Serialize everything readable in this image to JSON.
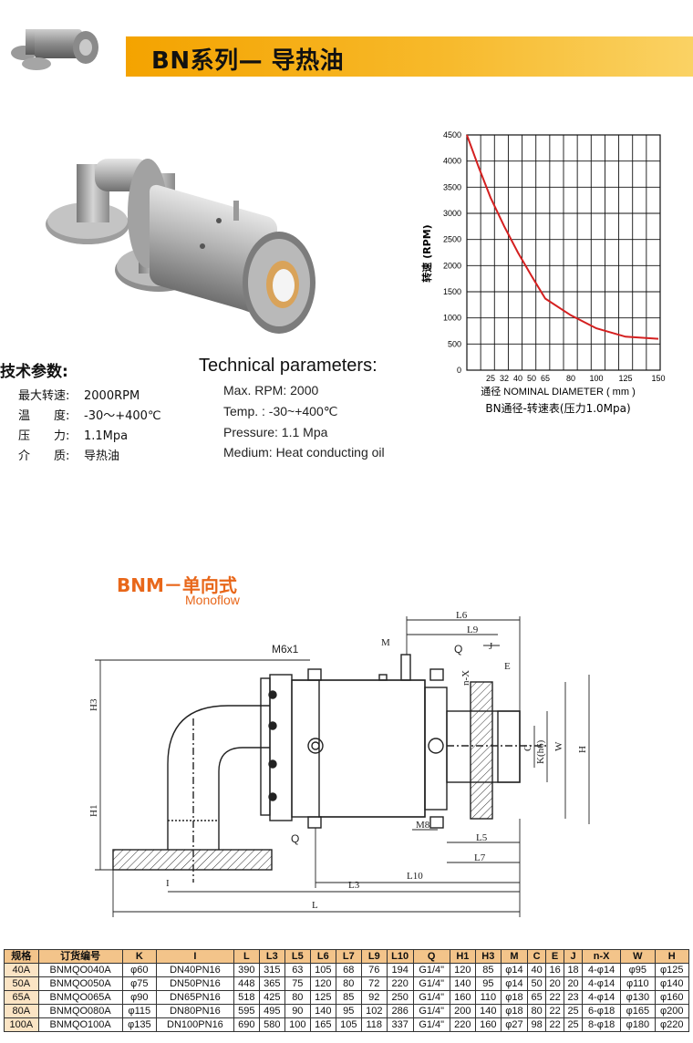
{
  "header": {
    "title": "BN系列— 导热油"
  },
  "specs_cn": {
    "title": "技术参数:",
    "rows": [
      {
        "label": "最大转速:",
        "value": "2000RPM"
      },
      {
        "label": "温　　度:",
        "value": "-30～+400℃"
      },
      {
        "label": "压　　力:",
        "value": "1.1Mpa"
      },
      {
        "label": "介　　质:",
        "value": "导热油"
      }
    ]
  },
  "specs_en": {
    "title": "Technical parameters:",
    "rows": [
      "Max. RPM: 2000",
      "Temp. : -30~+400℃",
      "Pressure: 1.1 Mpa",
      "Medium: Heat conducting oil"
    ]
  },
  "chart_data": {
    "type": "line",
    "title": "BN通径-转速表(压力1.0Mpa)",
    "xlabel": "通径 NOMINAL DIAMETER ( mm )",
    "ylabel": "转速 (RPM)",
    "x_ticks": [
      "25",
      "32",
      "40",
      "50",
      "65",
      "80",
      "100",
      "125",
      "150"
    ],
    "y_ticks": [
      0,
      500,
      1000,
      1500,
      2000,
      2500,
      3000,
      3500,
      4000,
      4500
    ],
    "ylim": [
      0,
      4500
    ],
    "grid": true,
    "series": [
      {
        "color": "#d42020",
        "x": [
          15,
          20,
          25,
          32,
          40,
          50,
          65,
          80,
          100,
          125,
          150
        ],
        "y": [
          4500,
          3880,
          3300,
          2750,
          2250,
          1800,
          1370,
          1050,
          800,
          640,
          600
        ]
      }
    ]
  },
  "section": {
    "title": "BNM－单向式",
    "subtitle": "Monoflow"
  },
  "drawing_labels": {
    "m6x1": "M6x1",
    "q_top": "Q",
    "q_bottom": "Q",
    "m": "M",
    "l6": "L6",
    "l9": "L9",
    "j": "J",
    "e": "E",
    "nx": "n-X",
    "h3": "H3",
    "h1": "H1",
    "h": "H",
    "w": "W",
    "c": "C",
    "k": "K(h6)",
    "m8": "M8",
    "l5": "L5",
    "l7": "L7",
    "l10": "L10",
    "l3": "L3",
    "l": "L",
    "i": "I"
  },
  "table": {
    "headers": [
      "规格",
      "订货编号",
      "K",
      "I",
      "L",
      "L3",
      "L5",
      "L6",
      "L7",
      "L9",
      "L10",
      "Q",
      "H1",
      "H3",
      "M",
      "C",
      "E",
      "J",
      "n-X",
      "W",
      "H"
    ],
    "rows": [
      [
        "40A",
        "BNMQO040A",
        "φ60",
        "DN40PN16",
        "390",
        "315",
        "63",
        "105",
        "68",
        "76",
        "194",
        "G1/4\"",
        "120",
        "85",
        "φ14",
        "40",
        "16",
        "18",
        "4-φ14",
        "φ95",
        "φ125"
      ],
      [
        "50A",
        "BNMQO050A",
        "φ75",
        "DN50PN16",
        "448",
        "365",
        "75",
        "120",
        "80",
        "72",
        "220",
        "G1/4\"",
        "140",
        "95",
        "φ14",
        "50",
        "20",
        "20",
        "4-φ14",
        "φ110",
        "φ140"
      ],
      [
        "65A",
        "BNMQO065A",
        "φ90",
        "DN65PN16",
        "518",
        "425",
        "80",
        "125",
        "85",
        "92",
        "250",
        "G1/4\"",
        "160",
        "110",
        "φ18",
        "65",
        "22",
        "23",
        "4-φ14",
        "φ130",
        "φ160"
      ],
      [
        "80A",
        "BNMQO080A",
        "φ115",
        "DN80PN16",
        "595",
        "495",
        "90",
        "140",
        "95",
        "102",
        "286",
        "G1/4\"",
        "200",
        "140",
        "φ18",
        "80",
        "22",
        "25",
        "6-φ18",
        "φ165",
        "φ200"
      ],
      [
        "100A",
        "BNMQO100A",
        "φ135",
        "DN100PN16",
        "690",
        "580",
        "100",
        "165",
        "105",
        "118",
        "337",
        "G1/4\"",
        "220",
        "160",
        "φ27",
        "98",
        "22",
        "25",
        "8-φ18",
        "φ180",
        "φ220"
      ]
    ]
  }
}
